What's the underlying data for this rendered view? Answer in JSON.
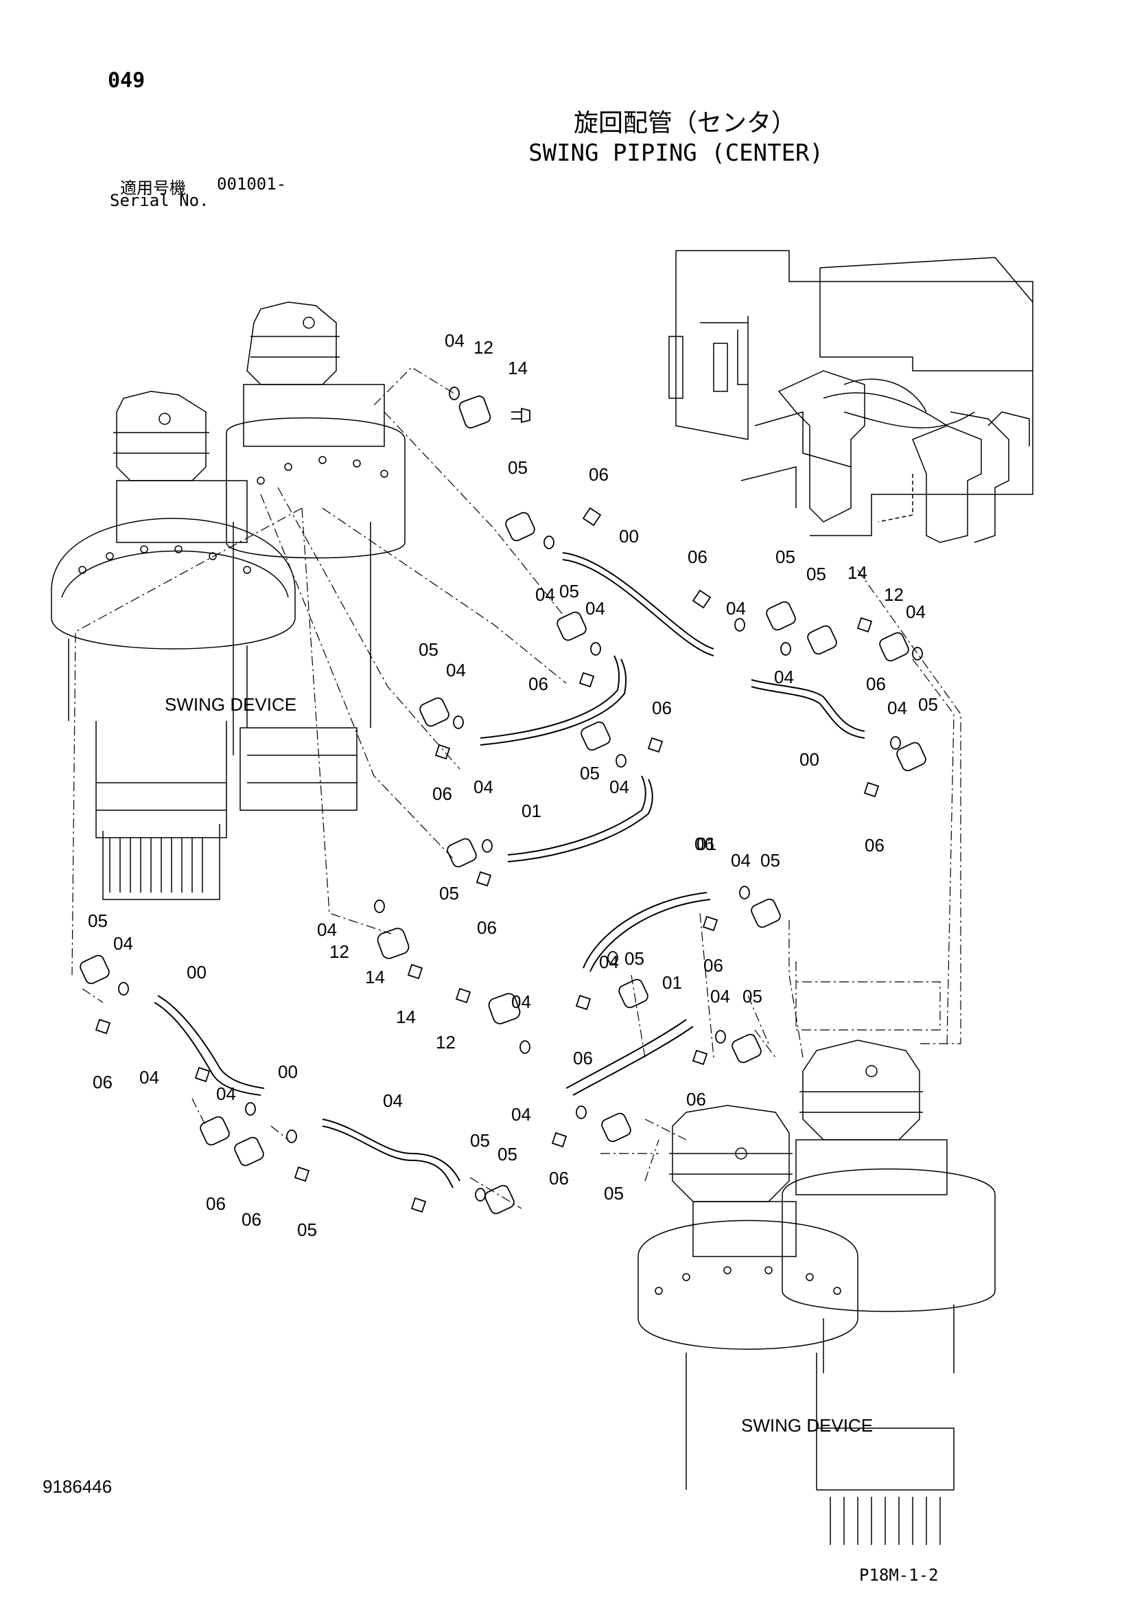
{
  "header": {
    "page_number": "049",
    "title_jp": "旋回配管（センタ）",
    "title_en": "SWING PIPING (CENTER)",
    "serial_label_jp": "適用号機",
    "serial_value": "001001-",
    "serial_label_en": "Serial No."
  },
  "diagram": {
    "device_labels": [
      "SWING DEVICE",
      "SWING DEVICE"
    ],
    "callouts": [
      "04",
      "12",
      "14",
      "05",
      "06",
      "00",
      "06",
      "05",
      "05",
      "14",
      "12",
      "04",
      "04",
      "05",
      "04",
      "04",
      "06",
      "04",
      "06",
      "05",
      "04",
      "06",
      "04",
      "00",
      "05",
      "06",
      "05",
      "04",
      "06",
      "04",
      "01",
      "06",
      "05",
      "06",
      "01",
      "04",
      "05",
      "05",
      "04",
      "00",
      "04",
      "12",
      "14",
      "04",
      "05",
      "01",
      "04",
      "05",
      "06",
      "14",
      "04",
      "12",
      "06",
      "06",
      "06",
      "04",
      "04",
      "00",
      "04",
      "04",
      "05",
      "05",
      "05",
      "06",
      "06",
      "05",
      "06"
    ]
  },
  "footer": {
    "document_number": "9186446",
    "page_ref": "P18M-1-2"
  }
}
